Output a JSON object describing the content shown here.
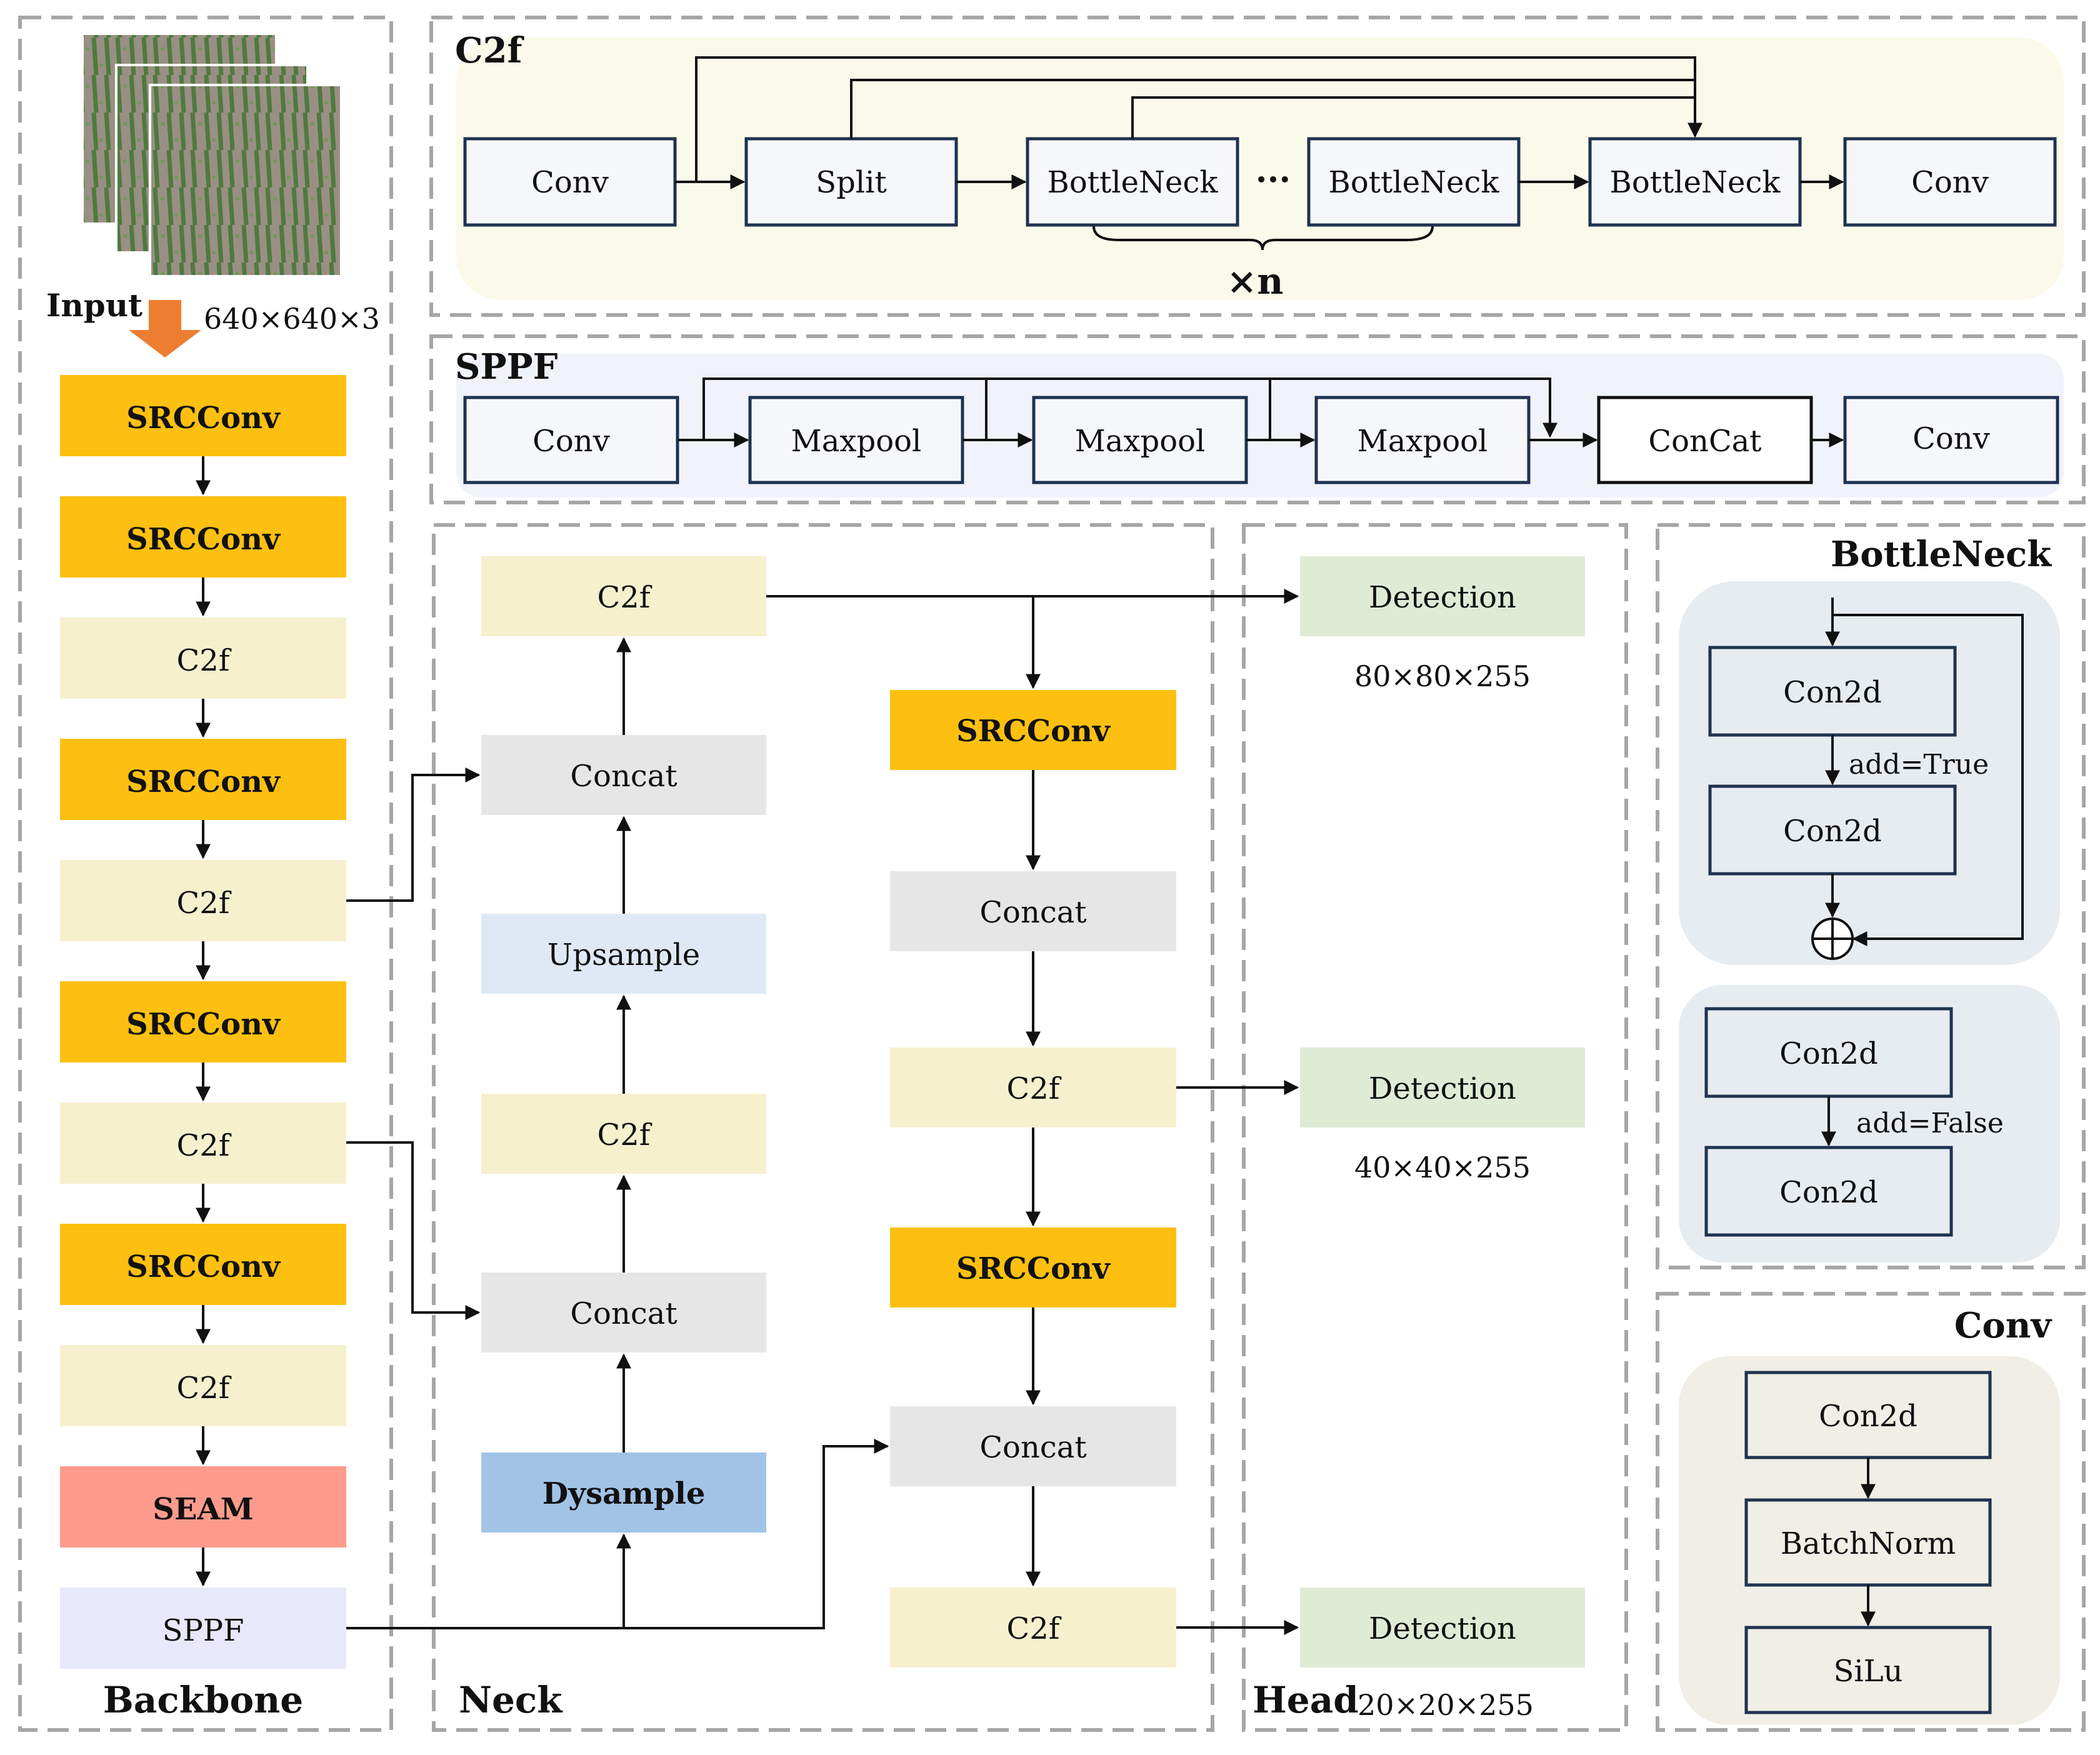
{
  "colors": {
    "srcconv": "#fdc010",
    "c2f": "#f6f0cf",
    "concat": "#e6e6e6",
    "detection": "#e0ebd6",
    "seam": "#ff9b8c",
    "sppf": "#e7e9fb",
    "upsample": "#dee9f5",
    "dysample": "#a1c3e6",
    "panel_c2f": "#fbfaea",
    "panel_sppf": "#f1f3fb",
    "panel_bottleneck": "#e7ecf1",
    "panel_conv": "#f0eee5",
    "block_fill": "#f6f7fb",
    "block_stroke": "#1f3350",
    "input_arrow": "#ed7d31"
  },
  "backbone": {
    "title": "Backbone",
    "input_label": "Input",
    "input_size": "640×640×3",
    "layers": [
      "SRCConv",
      "SRCConv",
      "C2f",
      "SRCConv",
      "C2f",
      "SRCConv",
      "C2f",
      "SRCConv",
      "C2f",
      "SEAM",
      "SPPF"
    ]
  },
  "c2f_panel": {
    "title": "C2f",
    "blocks": [
      "Conv",
      "Split",
      "BottleNeck",
      "BottleNeck",
      "BottleNeck",
      "Conv"
    ],
    "ellipsis": "···",
    "repeat": "×n"
  },
  "sppf_panel": {
    "title": "SPPF",
    "blocks": [
      "Conv",
      "Maxpool",
      "Maxpool",
      "Maxpool",
      "ConCat",
      "Conv"
    ]
  },
  "neck": {
    "title": "Neck",
    "col1": [
      "C2f",
      "Concat",
      "Upsample",
      "C2f",
      "Concat",
      "Dysample"
    ],
    "col2": [
      "SRCConv",
      "Concat",
      "C2f",
      "SRCConv",
      "Concat",
      "C2f"
    ]
  },
  "head": {
    "title": "Head",
    "detections": [
      "Detection",
      "Detection",
      "Detection"
    ],
    "sizes": [
      "80×80×255",
      "40×40×255",
      "20×20×255"
    ]
  },
  "bottleneck_panel": {
    "title": "BottleNeck",
    "top_blocks": [
      "Con2d",
      "Con2d"
    ],
    "top_label": "add=True",
    "bottom_blocks": [
      "Con2d",
      "Con2d"
    ],
    "bottom_label": "add=False"
  },
  "conv_panel": {
    "title": "Conv",
    "blocks": [
      "Con2d",
      "BatchNorm",
      "SiLu"
    ]
  }
}
